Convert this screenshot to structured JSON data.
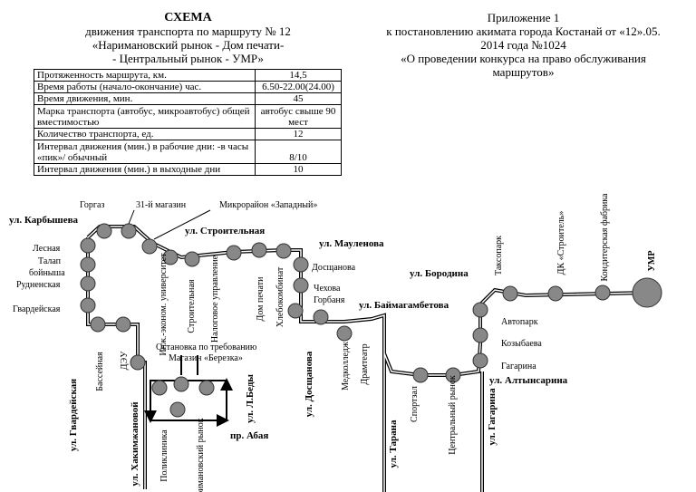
{
  "header_left": {
    "title": "СХЕМА",
    "line1": "движения  транспорта по маршруту № 12",
    "line2": "«Наримановский рынок - Дом печати-",
    "line3": "- Центральный рынок - УМР»"
  },
  "header_right": {
    "line1": "Приложение 1",
    "line2": "к постановлению акимата города Костанай от «12».05.",
    "line3": "2014 года  №1024",
    "line4": "«О проведении конкурса на право обслуживания",
    "line5": "маршрутов»"
  },
  "params_table": [
    {
      "label": "Протяженность маршрута, км.",
      "value": "14,5"
    },
    {
      "label": "Время работы (начало-окончание) час.",
      "value": "6.50-22.00(24.00)"
    },
    {
      "label": "Время движения, мин.",
      "value": "45"
    },
    {
      "label": "Марка транспорта (автобус, микроавтобус) общей вместимостью",
      "value": "автобус свыше 90 мест"
    },
    {
      "label": "Количество транспорта, ед.",
      "value": "12"
    },
    {
      "label": "Интервал движения (мин.) в рабочие дни: -в часы «пик»/ обычный",
      "value": "8/10"
    },
    {
      "label": "Интервал движения (мин.) в выходные дни",
      "value": "10"
    }
  ],
  "streets": [
    {
      "id": "karbysheva",
      "text": "ул. Карбышева"
    },
    {
      "id": "stroitelnaya",
      "text": "ул. Строительная"
    },
    {
      "id": "maulenova",
      "text": "ул. Мауленова"
    },
    {
      "id": "baimagambetova",
      "text": "ул. Баймагамбетова"
    },
    {
      "id": "borodina",
      "text": "ул. Бородина"
    },
    {
      "id": "altynsarina",
      "text": "ул. Алтынсарина"
    },
    {
      "id": "gvardeiskaya",
      "text": "ул. Гвардейская"
    },
    {
      "id": "dostanova",
      "text": "ул. Досщанова"
    },
    {
      "id": "tarana",
      "text": "ул. Тарана"
    },
    {
      "id": "gagarina",
      "text": "ул. Гагарина"
    },
    {
      "id": "hakimzhanovoi",
      "text": "ул. Хакимжановой"
    },
    {
      "id": "l-bedy",
      "text": "ул. Л.Беды"
    },
    {
      "id": "abaya",
      "text": "пр. Абая"
    }
  ],
  "stops": [
    {
      "id": "gorgaz",
      "text": "Горгаз"
    },
    {
      "id": "magazin31",
      "text": "31-й магазин"
    },
    {
      "id": "zapadny",
      "text": "Микрорайон «Западный»"
    },
    {
      "id": "lesnaya",
      "text": "Лесная"
    },
    {
      "id": "talap",
      "text": "Талап"
    },
    {
      "id": "boinshcha",
      "text": "бойныша"
    },
    {
      "id": "rudnenskaya",
      "text": "Рудненская"
    },
    {
      "id": "gvardeiskaya-stop",
      "text": "Гвардейская"
    },
    {
      "id": "basseinaya",
      "text": "Бассейная"
    },
    {
      "id": "deu",
      "text": "ДЭУ"
    },
    {
      "id": "inzh-univ",
      "text": "Инж.-эконом. университет"
    },
    {
      "id": "stroitelnaya-stop",
      "text": "Строительная"
    },
    {
      "id": "nalogovoe",
      "text": "Налоговое управление"
    },
    {
      "id": "dom-pechati",
      "text": "Дом печати"
    },
    {
      "id": "hlebokombinat",
      "text": "Хлебокомбинат"
    },
    {
      "id": "dosshanova",
      "text": "Досщанова"
    },
    {
      "id": "chehova",
      "text": "Чехова"
    },
    {
      "id": "gorbanya",
      "text": "Горбаня"
    },
    {
      "id": "medkolledzh",
      "text": "Медколледж"
    },
    {
      "id": "dramteatr",
      "text": "Драмтеатр"
    },
    {
      "id": "sportzal",
      "text": "Спортзал"
    },
    {
      "id": "central-rynok",
      "text": "Центральный рынок"
    },
    {
      "id": "avtopark",
      "text": "Автопарк"
    },
    {
      "id": "kozybaeva",
      "text": "Козыбаева"
    },
    {
      "id": "gagarina-stop",
      "text": "Гагарина"
    },
    {
      "id": "taksopark",
      "text": "Таксопарк"
    },
    {
      "id": "dk-stroitel",
      "text": "ДК «Строитель»"
    },
    {
      "id": "konditerskaya",
      "text": "Кондитерская фабрика"
    },
    {
      "id": "umr",
      "text": "УМР"
    },
    {
      "id": "ostanovka-treb",
      "text": "Остановка по требованию"
    },
    {
      "id": "magazin-berezka",
      "text": "Магазин «Березка»"
    },
    {
      "id": "poliklinika",
      "text": "Поликлиника"
    },
    {
      "id": "narimanovsky",
      "text": "Наримановский рынок"
    }
  ]
}
